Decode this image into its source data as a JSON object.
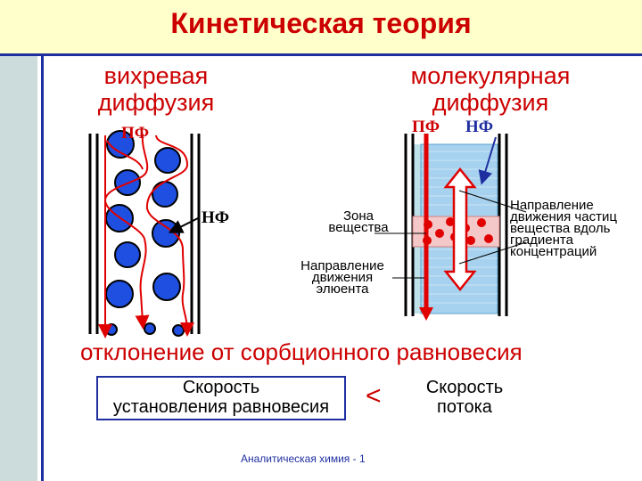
{
  "title": "Кинетическая теория",
  "left_heading": [
    "вихревая",
    "диффузия"
  ],
  "right_heading": [
    "молекулярная",
    "диффузия"
  ],
  "pf": "ПФ",
  "nf": "НФ",
  "zone_label": [
    "Зона",
    "вещества"
  ],
  "eluent_label": [
    "Направление",
    "движения",
    "элюента"
  ],
  "particles_label": [
    "Направление",
    "движения частиц",
    "вещества вдоль",
    "градиента",
    "концентраций"
  ],
  "deviation": "отклонение от сорбционного равновесия",
  "box_left": [
    "Скорость",
    "установления равновесия"
  ],
  "less_than": "<",
  "box_right": [
    "Скорость",
    "потока"
  ],
  "footer": "Аналитическая химия - 1",
  "colors": {
    "accent_red": "#cc0000",
    "blue": "#1f2fa0",
    "particle_blue": "#1f4fe0"
  }
}
